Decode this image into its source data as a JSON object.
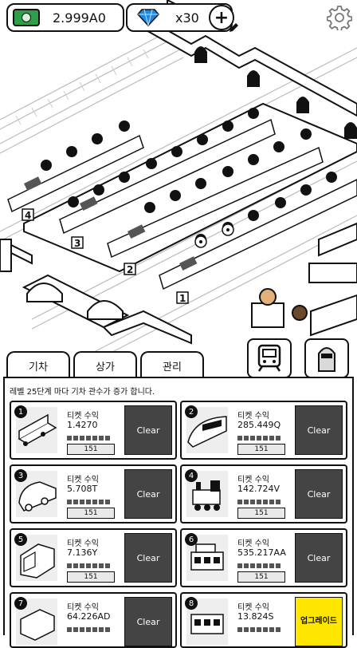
{
  "hud": {
    "money": "2.999A0",
    "gems": "x30",
    "plus_label": "+"
  },
  "scene": {
    "track_numbers": [
      "4",
      "3",
      "2",
      "1"
    ]
  },
  "tabs": [
    {
      "label": "기차"
    },
    {
      "label": "상가"
    },
    {
      "label": "관리"
    }
  ],
  "notice": "레벨 25단계 마다 기차 관수가 증가 합니다.",
  "cards": [
    {
      "num": "1",
      "label": "티켓 수익",
      "value": "1.4270",
      "level": "151",
      "action": "Clear"
    },
    {
      "num": "2",
      "label": "티켓 수익",
      "value": "285.449Q",
      "level": "151",
      "action": "Clear"
    },
    {
      "num": "3",
      "label": "티켓 수익",
      "value": "5.708T",
      "level": "151",
      "action": "Clear"
    },
    {
      "num": "4",
      "label": "티켓 수익",
      "value": "142.724V",
      "level": "151",
      "action": "Clear"
    },
    {
      "num": "5",
      "label": "티켓 수익",
      "value": "7.136Y",
      "level": "151",
      "action": "Clear"
    },
    {
      "num": "6",
      "label": "티켓 수익",
      "value": "535.217AA",
      "level": "151",
      "action": "Clear"
    },
    {
      "num": "7",
      "label": "티켓 수익",
      "value": "64.226AD",
      "level": "",
      "action": "Clear"
    },
    {
      "num": "8",
      "label": "티켓 수익",
      "value": "13.824S",
      "level": "",
      "action": "업그레이드"
    }
  ],
  "colors": {
    "money_green": "#2f9e48",
    "gem_blue": "#1e88e5",
    "clear_gray": "#444444",
    "upgrade_yellow": "#ffe600"
  }
}
